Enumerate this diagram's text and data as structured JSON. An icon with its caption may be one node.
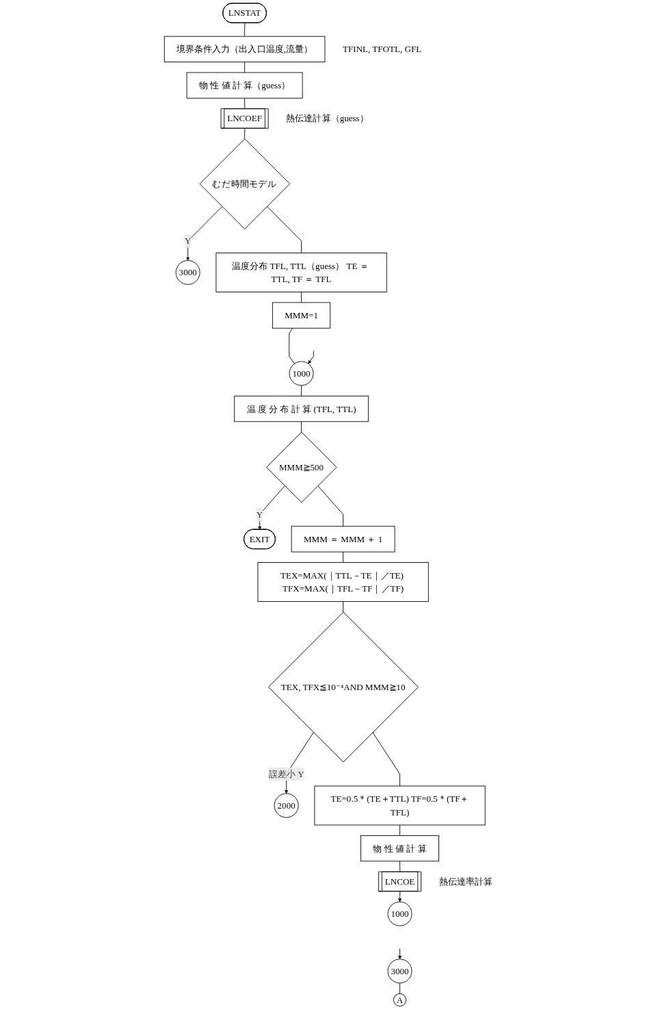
{
  "diagram": {
    "nodes": [
      {
        "text": [
          "LNSTAT"
        ]
      },
      {
        "text": [
          "境界条件入力（出入口温度,流量）"
        ],
        "beside": [
          "TFINL, TFOTL, GFL"
        ]
      },
      {
        "text": [
          "物 性 値 計 算（guess）"
        ]
      },
      {
        "text": [
          "LNCOEF"
        ],
        "beside": [
          "熱伝達計算（guess）"
        ]
      },
      {
        "text": [
          "むだ時間モデル"
        ]
      },
      {
        "text": [
          "3000"
        ]
      },
      {
        "text": [
          "温度分布 TFL, TTL（guess） TE ＝ TTL, TF ＝ TFL"
        ]
      },
      {
        "text": [
          "MMM=1"
        ]
      },
      {
        "text": [
          "1000"
        ]
      },
      {
        "text": [
          "温 度 分 布 計 算 (TFL, TTL)"
        ]
      },
      {
        "text": [
          "MMM≧500"
        ]
      },
      {
        "text": [
          "EXIT"
        ]
      },
      {
        "text": [
          "MMM ＝ MMM ＋ 1"
        ]
      },
      {
        "text": [
          "TEX=MAX(｜TTL－TE｜／TE) TFX=MAX(｜TFL－TF｜／TF)"
        ]
      },
      {
        "text": [
          "TEX, TFX≦10⁻⁴AND MMM≧10"
        ]
      },
      {
        "text": [
          "2000"
        ]
      },
      {
        "text": [
          "TE=0.5＊(TE＋TTL) TF=0.5＊(TF＋TFL)"
        ]
      },
      {
        "text": [
          "物 性 値 計 算"
        ]
      },
      {
        "text": [
          "LNCOE"
        ],
        "beside": [
          "熱伝達率計算"
        ]
      },
      {
        "text": [
          "1000"
        ]
      },
      {
        "text": [
          "3000"
        ]
      },
      {
        "text": [
          "A"
        ]
      }
    ],
    "edges": [
      {
        "from": 0,
        "to": 1,
        "arrow": "none"
      },
      {
        "from": 1,
        "to": 2,
        "arrow": "none"
      },
      {
        "from": 2,
        "to": 3,
        "arrow": "none"
      },
      {
        "from": 3,
        "to": 4,
        "arrow": "none"
      },
      {
        "from": 4,
        "to": 5,
        "arrow": "to",
        "label": "Y"
      },
      {
        "from": 4,
        "to": 6,
        "arrow": "none"
      },
      {
        "from": 6,
        "to": 7,
        "arrow": "none"
      },
      {
        "from": 7,
        "to": 8,
        "arrow": "none"
      },
      {
        "from": null,
        "to": 8,
        "arrow": "to"
      },
      {
        "from": 8,
        "to": 9,
        "arrow": "none"
      },
      {
        "from": 9,
        "to": 10,
        "arrow": "none"
      },
      {
        "from": 10,
        "to": 11,
        "arrow": "to",
        "label": "Y"
      },
      {
        "from": 10,
        "to": 12,
        "arrow": "none"
      },
      {
        "from": 12,
        "to": 13,
        "arrow": "none"
      },
      {
        "from": 13,
        "to": 14,
        "arrow": "none"
      },
      {
        "from": 14,
        "to": 15,
        "arrow": "to",
        "label": "誤差小 Y"
      },
      {
        "from": 14,
        "to": 16,
        "arrow": "none"
      },
      {
        "from": 16,
        "to": 17,
        "arrow": "none"
      },
      {
        "from": 17,
        "to": 18,
        "arrow": "none"
      },
      {
        "from": 18,
        "to": 19,
        "arrow": "to"
      },
      {
        "from": null,
        "to": 20,
        "arrow": "to"
      },
      {
        "from": 20,
        "to": 21,
        "arrow": "none"
      }
    ]
  }
}
